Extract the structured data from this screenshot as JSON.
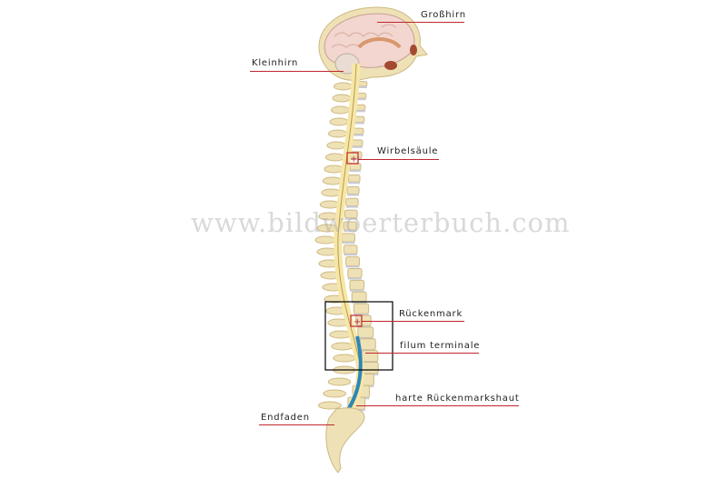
{
  "title": "Nervensystem – Gehirn und Rückenmark",
  "watermark": "www.bildwoerterbuch.com",
  "labels": {
    "grosshirn": "Großhirn",
    "kleinhirn": "Kleinhirn",
    "wirbelsaeule": "Wirbelsäule",
    "rueckenmark": "Rückenmark",
    "filum_terminale": "filum terminale",
    "harte_rueckenmarkshaut": "harte Rückenmarkshaut",
    "endfaden": "Endfaden"
  },
  "colors": {
    "leader_line": "#c0272d",
    "bone": "#f1e3b8",
    "cord": "#f7e7a6",
    "dura": "#2e86b8",
    "brain": "#f2d6cf"
  }
}
